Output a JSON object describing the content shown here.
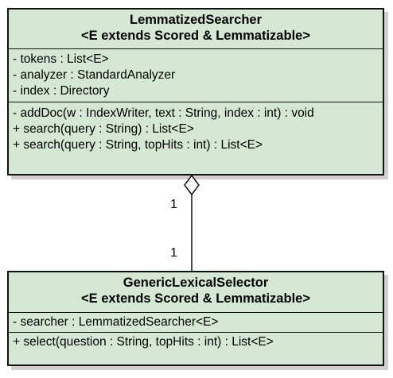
{
  "classes": {
    "lemmatized_searcher": {
      "name": "LemmatizedSearcher",
      "generic": "<E extends Scored & Lemmatizable>",
      "attributes": [
        "- tokens : List<E>",
        "- analyzer : StandardAnalyzer",
        "- index : Directory"
      ],
      "operations": [
        "- addDoc(w : IndexWriter, text : String, index : int) : void",
        "+ search(query : String) : List<E>",
        "+ search(query : String, topHits : int) : List<E>"
      ]
    },
    "generic_lexical_selector": {
      "name": "GenericLexicalSelector",
      "generic": "<E extends Scored & Lemmatizable>",
      "attributes": [
        "- searcher : LemmatizedSearcher<E>"
      ],
      "operations": [
        "+ select(question : String, topHits : int) : List<E>"
      ]
    }
  },
  "association": {
    "type": "aggregation",
    "multiplicity_whole": "1",
    "multiplicity_part": "1"
  },
  "colors": {
    "class_fill": "#d5e8d4",
    "stroke": "#111111",
    "shadow": "#d0d0d0"
  }
}
